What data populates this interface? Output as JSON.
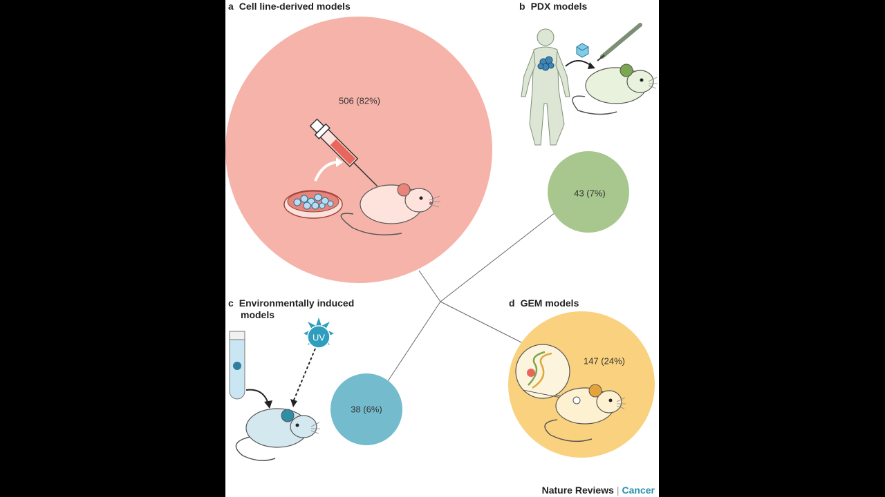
{
  "panels": {
    "a": {
      "letter": "a",
      "title": "Cell line-derived models",
      "count": "506 (82%)"
    },
    "b": {
      "letter": "b",
      "title": "PDX models",
      "count": "43 (7%)"
    },
    "c": {
      "letter": "c",
      "title_line1": "Environmentally induced",
      "title_line2": "models",
      "count": "38 (6%)",
      "uv_label": "UV"
    },
    "d": {
      "letter": "d",
      "title": "GEM models",
      "count": "147 (24%)"
    }
  },
  "credit": {
    "publisher": "Nature Reviews",
    "separator": "|",
    "journal": "Cancer"
  },
  "colors": {
    "cell_line": "#f6b3a9",
    "pdx": "#a8c78e",
    "environmental": "#74bccd",
    "gem": "#fad27f",
    "uv_sun": "#2f9dbd",
    "journal": "#2b8fb0"
  }
}
